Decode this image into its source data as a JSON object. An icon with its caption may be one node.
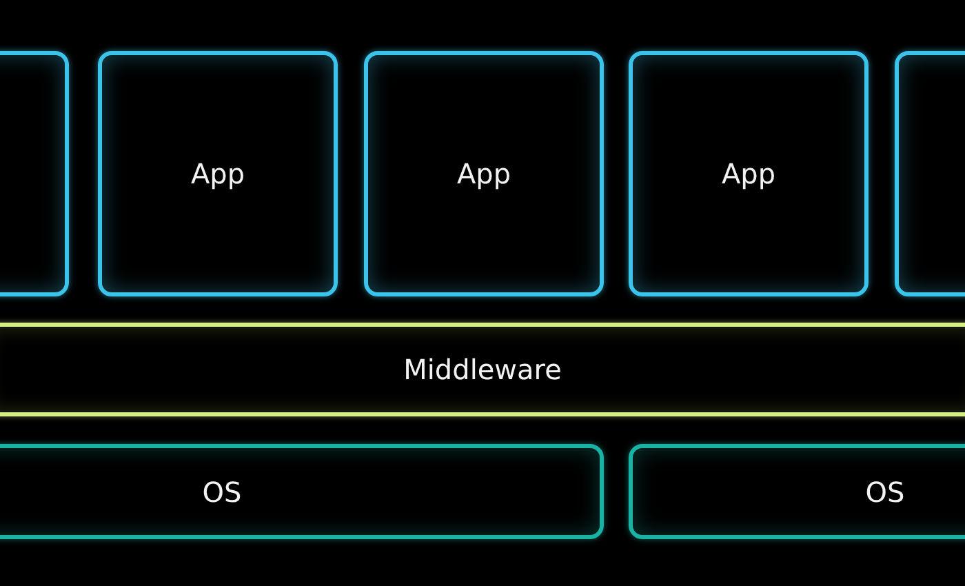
{
  "diagram": {
    "nodes": [
      {
        "text": [],
        "shape": "box"
      },
      {
        "text": [
          "App"
        ]
      },
      {
        "text": [
          "App"
        ]
      },
      {
        "text": [
          "App"
        ]
      },
      {
        "text": [],
        "shape": "box"
      },
      {
        "text": [
          "Middleware"
        ]
      },
      {
        "text": [
          "OS"
        ]
      },
      {
        "text": [
          "OS"
        ]
      }
    ]
  }
}
